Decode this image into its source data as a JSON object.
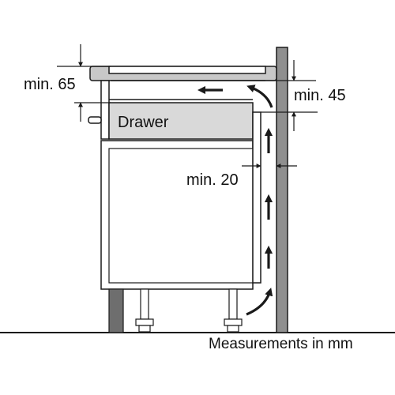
{
  "labels": {
    "drawer": "Drawer",
    "min_top": "min. 65",
    "min_side": "min. 45",
    "min_gap": "min. 20",
    "caption": "Measurements in mm"
  },
  "colors": {
    "line": "#1a1a1a",
    "drawer_fill": "#d9d9d9",
    "countertop_fill": "#c8c8c8",
    "wall_fill": "#8f8f8f",
    "plinth_fill": "#6e6e6e",
    "background": "#ffffff"
  },
  "icons": [
    "airflow-arrow-icon",
    "dimension-arrow-icon"
  ]
}
